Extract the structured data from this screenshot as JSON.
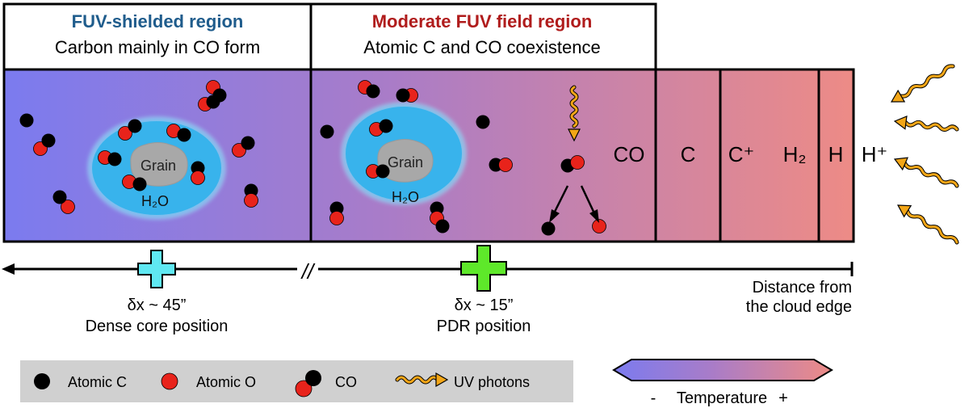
{
  "regions": {
    "shielded": {
      "title": "FUV-shielded region",
      "subtitle": "Carbon mainly in CO form",
      "title_color": "#1f5c8c"
    },
    "moderate": {
      "title": "Moderate FUV field region",
      "subtitle": "Atomic C and CO coexistence",
      "title_color": "#b01c1c"
    }
  },
  "grain": {
    "label": "Grain",
    "ice_label": "H₂O"
  },
  "layers": {
    "co": "CO",
    "c": "C",
    "cplus": "C⁺",
    "h2": "H₂",
    "h": "H",
    "hplus": "H⁺"
  },
  "axis": {
    "label_line1": "Distance from",
    "label_line2": "the cloud edge",
    "break_mark": "//"
  },
  "positions": {
    "dense": {
      "offset": "δx ~ 45”",
      "name": "Dense core position",
      "color": "#5fe8f2"
    },
    "pdr": {
      "offset": "δx ~ 15”",
      "name": "PDR position",
      "color": "#5ee82a"
    }
  },
  "legend": {
    "atomic_c": "Atomic C",
    "atomic_o": "Atomic O",
    "co": "CO",
    "uv": "UV photons"
  },
  "temperature": {
    "minus": "-",
    "label": "Temperature",
    "plus": "+"
  },
  "colors": {
    "carbon": "#000000",
    "oxygen": "#e8231b",
    "photon": "#f3a617",
    "gradient_cold": "#7b7bef",
    "gradient_mid": "#a97cc8",
    "gradient_hot": "#ed8b86",
    "ice": "#33b6ee",
    "grain": "#a7a7a7",
    "legend_bg": "#d0d0d0"
  }
}
